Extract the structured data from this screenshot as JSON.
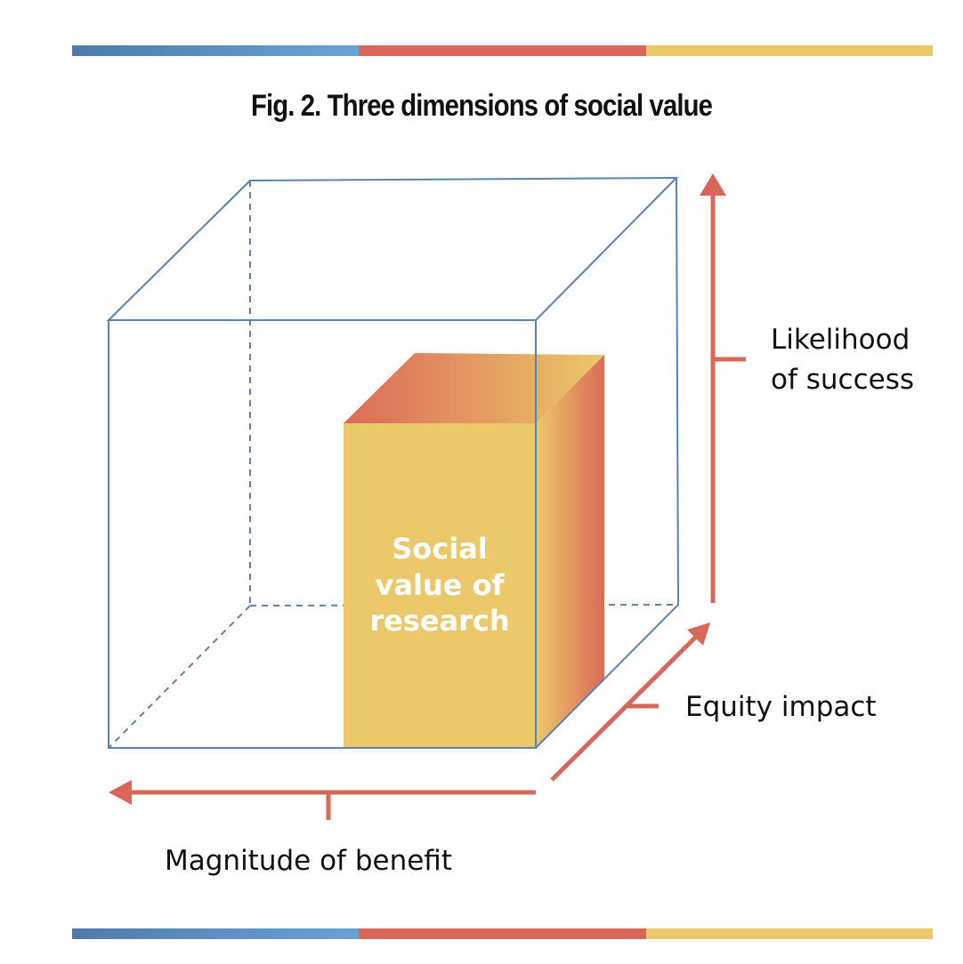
{
  "title": "Fig. 2. Three dimensions of social value",
  "colors": {
    "blue_light": "#6aa2d6",
    "blue_dark": "#4e7bab",
    "red": "#d8675a",
    "yellow": "#ebc86a",
    "cube_stroke": "#5b82b1"
  },
  "box_label_lines": [
    "Social",
    "value of",
    "research"
  ],
  "axes": {
    "vertical_label_lines": [
      "Likelihood",
      "of success"
    ],
    "depth_label": "Equity impact",
    "horizontal_label": "Magnitude of benefit"
  }
}
